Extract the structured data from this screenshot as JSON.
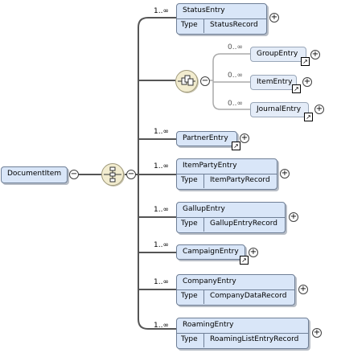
{
  "root": {
    "label": "DocumentItem"
  },
  "compositor": {
    "type": "sequence",
    "icon": "sequence-icon"
  },
  "choice": {
    "type": "choice",
    "icon": "choice-icon"
  },
  "type_key": "Type",
  "expand_glyph": "+",
  "collapse_glyph": "−",
  "ref_glyph": "↗",
  "elements": [
    {
      "name": "StatusEntry",
      "occurs": "1..∞",
      "type": "StatusRecord"
    },
    {
      "name": "PartnerEntry",
      "occurs": "1..∞",
      "ref": true
    },
    {
      "name": "ItemPartyEntry",
      "occurs": "1..∞",
      "type": "ItemPartyRecord"
    },
    {
      "name": "GallupEntry",
      "occurs": "1..∞",
      "type": "GallupEntryRecord"
    },
    {
      "name": "CampaignEntry",
      "occurs": "1..∞",
      "ref": true
    },
    {
      "name": "CompanyEntry",
      "occurs": "1..∞",
      "type": "CompanyDataRecord"
    },
    {
      "name": "RoamingEntry",
      "occurs": "1..∞",
      "type": "RoamingListEntryRecord"
    }
  ],
  "choice_elements": [
    {
      "name": "GroupEntry",
      "occurs": "0..∞",
      "ref": true
    },
    {
      "name": "ItemEntry",
      "occurs": "0..∞",
      "ref": true
    },
    {
      "name": "JournalEntry",
      "occurs": "0..∞",
      "ref": true
    }
  ],
  "colors": {
    "element_fill": "#d9e6f8",
    "element_border": "#6f7f96",
    "compositor_fill": "#f2eccf"
  }
}
